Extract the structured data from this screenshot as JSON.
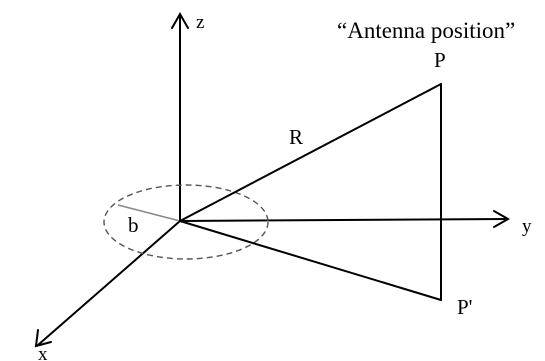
{
  "diagram": {
    "title": "“Antenna position”",
    "axes": {
      "z_label": "z",
      "y_label": "y",
      "x_label": "x"
    },
    "points": {
      "p_label": "P",
      "p_prime_label": "P'",
      "r_label": "R",
      "b_label": "b"
    },
    "colors": {
      "line": "#000000",
      "dashed_ellipse": "#555555",
      "radius_line": "#888888"
    }
  }
}
